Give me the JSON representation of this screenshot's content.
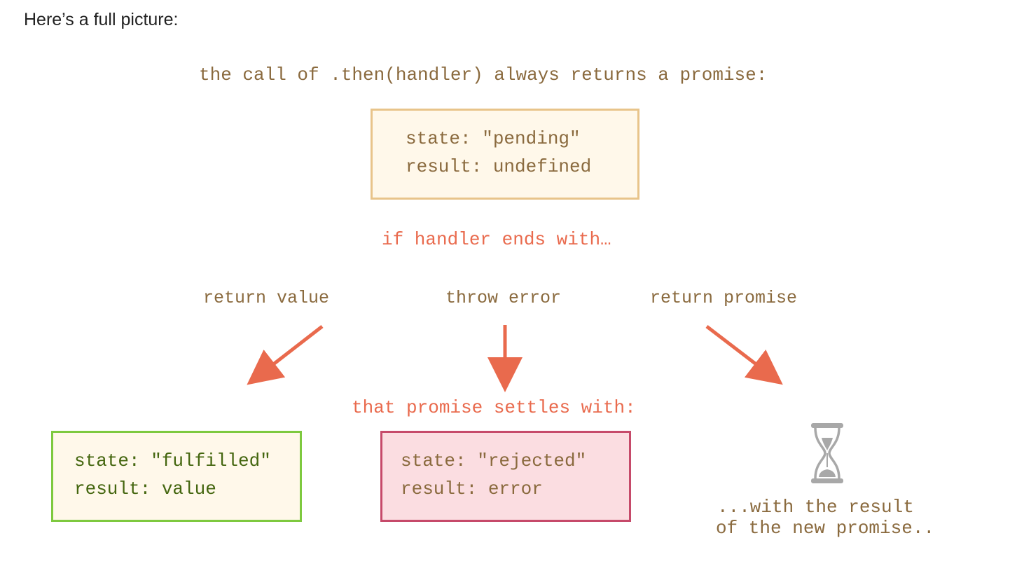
{
  "intro": "Here’s a full picture:",
  "diagram": {
    "top_caption": "the call of .then(handler) always returns a promise:",
    "pending_box": {
      "state": "state: \"pending\"",
      "result": "result: undefined"
    },
    "if_heading": "if handler ends with…",
    "cases": {
      "return_value": "return value",
      "throw_error": "throw error",
      "return_promise": "return promise"
    },
    "settles_heading": "that promise settles with:",
    "fulfilled_box": {
      "state": "state: \"fulfilled\"",
      "result": "result: value"
    },
    "rejected_box": {
      "state": "state: \"rejected\"",
      "result": "result: error"
    },
    "new_promise_note": {
      "line1": "...with the result",
      "line2": "of the new promise.."
    },
    "icon": "hourglass-icon"
  },
  "colors": {
    "caption": "#8a6a3e",
    "accent_red": "#e96a4d",
    "pending_border": "#e8c48a",
    "pending_fill": "#fff8ea",
    "fulfilled_border": "#7ec93f",
    "fulfilled_fill": "#fff8ea",
    "fulfilled_text": "#44660f",
    "rejected_border": "#c64a6a",
    "rejected_fill": "#fbdde1",
    "hourglass": "#a8a8a8"
  }
}
